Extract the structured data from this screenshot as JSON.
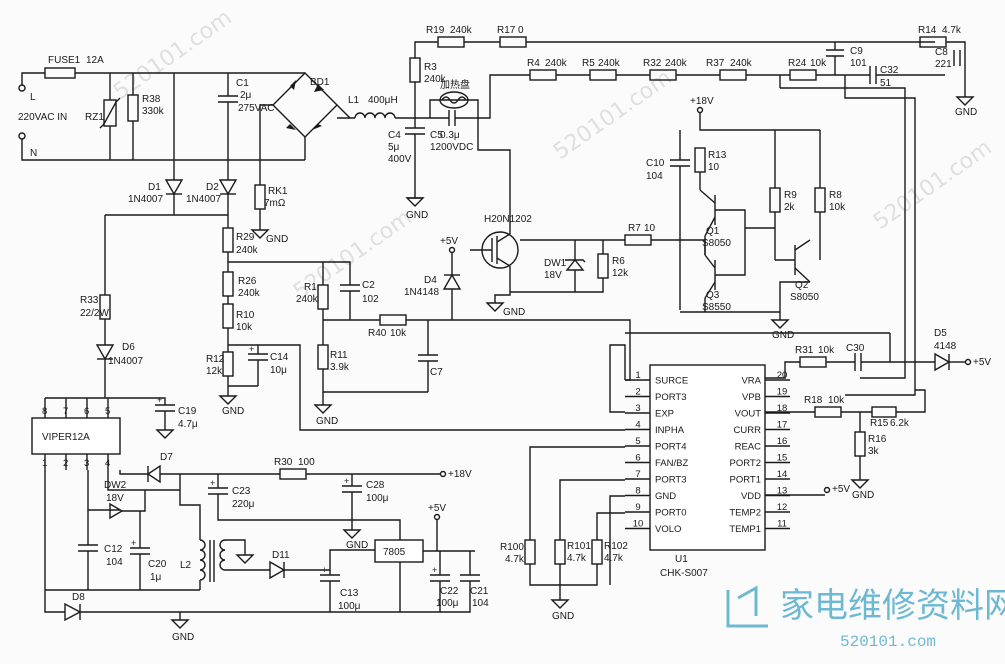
{
  "input": {
    "line": "L",
    "neutral": "N",
    "voltage": "220VAC IN"
  },
  "components": {
    "fuse1": {
      "ref": "FUSE1",
      "value": "12A"
    },
    "rz1": {
      "ref": "RZ1"
    },
    "r38": {
      "ref": "R38",
      "value": "330k"
    },
    "c1": {
      "ref": "C1",
      "value": "2μ",
      "rating": "275VAC"
    },
    "bd1": {
      "ref": "BD1"
    },
    "l1": {
      "ref": "L1",
      "value": "400μH"
    },
    "heater": {
      "label": "加热盘"
    },
    "r3": {
      "ref": "R3",
      "value": "240k"
    },
    "c4": {
      "ref": "C4",
      "value": "5μ",
      "rating": "400V"
    },
    "c5": {
      "ref": "C5",
      "value": "0.3μ",
      "rating": "1200VDC"
    },
    "r19": {
      "ref": "R19",
      "value": "240k"
    },
    "r17": {
      "ref": "R17",
      "value": "0"
    },
    "r14": {
      "ref": "R14",
      "value": "4.7k"
    },
    "c9": {
      "ref": "C9",
      "value": "101"
    },
    "c8": {
      "ref": "C8",
      "value": "221"
    },
    "r4": {
      "ref": "R4",
      "value": "240k"
    },
    "r5": {
      "ref": "R5",
      "value": "240k"
    },
    "r32": {
      "ref": "R32",
      "value": "240k"
    },
    "r37": {
      "ref": "R37",
      "value": "240k"
    },
    "r24": {
      "ref": "R24",
      "value": "10k"
    },
    "c32": {
      "ref": "C32",
      "value": "51"
    },
    "d1": {
      "ref": "D1",
      "value": "1N4007"
    },
    "d2": {
      "ref": "D2",
      "value": "1N4007"
    },
    "rk1": {
      "ref": "RK1",
      "value": "7mΩ"
    },
    "r29": {
      "ref": "R29",
      "value": "240k"
    },
    "r26": {
      "ref": "R26",
      "value": "240k"
    },
    "r10": {
      "ref": "R10",
      "value": "10k"
    },
    "r12": {
      "ref": "R12",
      "value": "12k"
    },
    "c14": {
      "ref": "C14",
      "value": "10μ"
    },
    "r33": {
      "ref": "R33",
      "value": "22/2W"
    },
    "d6": {
      "ref": "D6",
      "value": "1N4007"
    },
    "r1": {
      "ref": "R1",
      "value": "240k"
    },
    "c2": {
      "ref": "C2",
      "value": "102"
    },
    "r40": {
      "ref": "R40",
      "value": "10k"
    },
    "r11": {
      "ref": "R11",
      "value": "3.9k"
    },
    "c7": {
      "ref": "C7"
    },
    "d4": {
      "ref": "D4",
      "value": "1N4148"
    },
    "igbt": {
      "ref": "H20N1202"
    },
    "dw1": {
      "ref": "DW1",
      "value": "18V"
    },
    "r6": {
      "ref": "R6",
      "value": "12k"
    },
    "r7": {
      "ref": "R7",
      "value": "10"
    },
    "c10": {
      "ref": "C10",
      "value": "104"
    },
    "r13": {
      "ref": "R13",
      "value": "10"
    },
    "r9": {
      "ref": "R9",
      "value": "2k"
    },
    "r8": {
      "ref": "R8",
      "value": "10k"
    },
    "q1": {
      "ref": "Q1",
      "value": "S8050"
    },
    "q2": {
      "ref": "Q2",
      "value": "S8050"
    },
    "q3": {
      "ref": "Q3",
      "value": "S8550"
    },
    "r31": {
      "ref": "R31",
      "value": "10k"
    },
    "c30": {
      "ref": "C30"
    },
    "d5": {
      "ref": "D5",
      "value": "4148"
    },
    "r18": {
      "ref": "R18",
      "value": "10k"
    },
    "r15": {
      "ref": "R15",
      "value": "6.2k"
    },
    "r16": {
      "ref": "R16",
      "value": "3k"
    },
    "viper": {
      "ref": "VIPER12A"
    },
    "c19": {
      "ref": "C19",
      "value": "4.7μ"
    },
    "d7": {
      "ref": "D7"
    },
    "dw2": {
      "ref": "DW2",
      "value": "18V"
    },
    "c12": {
      "ref": "C12",
      "value": "104"
    },
    "c20": {
      "ref": "C20",
      "value": "1μ"
    },
    "l2": {
      "ref": "L2"
    },
    "c23": {
      "ref": "C23",
      "value": "220μ"
    },
    "r30": {
      "ref": "R30",
      "value": "100"
    },
    "c28": {
      "ref": "C28",
      "value": "100μ"
    },
    "d11": {
      "ref": "D11"
    },
    "c13": {
      "ref": "C13",
      "value": "100μ"
    },
    "reg": {
      "ref": "7805"
    },
    "c22": {
      "ref": "C22",
      "value": "100μ"
    },
    "c21": {
      "ref": "C21",
      "value": "104"
    },
    "d8": {
      "ref": "D8"
    },
    "r100": {
      "ref": "R100",
      "value": "4.7k"
    },
    "r101": {
      "ref": "R101",
      "value": "4.7k"
    },
    "r102": {
      "ref": "R102",
      "value": "4.7k"
    }
  },
  "ic": {
    "ref": "U1",
    "part": "CHK-S007",
    "left_pins": [
      {
        "num": "1",
        "name": "SURCE"
      },
      {
        "num": "2",
        "name": "PORT3"
      },
      {
        "num": "3",
        "name": "EXP"
      },
      {
        "num": "4",
        "name": "INPHA"
      },
      {
        "num": "5",
        "name": "PORT4"
      },
      {
        "num": "6",
        "name": "FAN/BZ"
      },
      {
        "num": "7",
        "name": "PORT3"
      },
      {
        "num": "8",
        "name": "GND"
      },
      {
        "num": "9",
        "name": "PORT0"
      },
      {
        "num": "10",
        "name": "VOLO"
      }
    ],
    "right_pins": [
      {
        "num": "20",
        "name": "VRA"
      },
      {
        "num": "19",
        "name": "VPB"
      },
      {
        "num": "18",
        "name": "VOUT"
      },
      {
        "num": "17",
        "name": "CURR"
      },
      {
        "num": "16",
        "name": "REAC"
      },
      {
        "num": "15",
        "name": "PORT2"
      },
      {
        "num": "14",
        "name": "PORT1"
      },
      {
        "num": "13",
        "name": "VDD"
      },
      {
        "num": "12",
        "name": "TEMP2"
      },
      {
        "num": "11",
        "name": "TEMP1"
      }
    ]
  },
  "viper_pins": {
    "top": [
      "8",
      "7",
      "6",
      "5"
    ],
    "bottom": [
      "1",
      "2",
      "3",
      "4"
    ]
  },
  "nets": {
    "gnd": "GND",
    "p18": "+18V",
    "p5": "+5V"
  },
  "watermark": {
    "logo_text": "家电维修资料网",
    "url": "520101.com"
  }
}
